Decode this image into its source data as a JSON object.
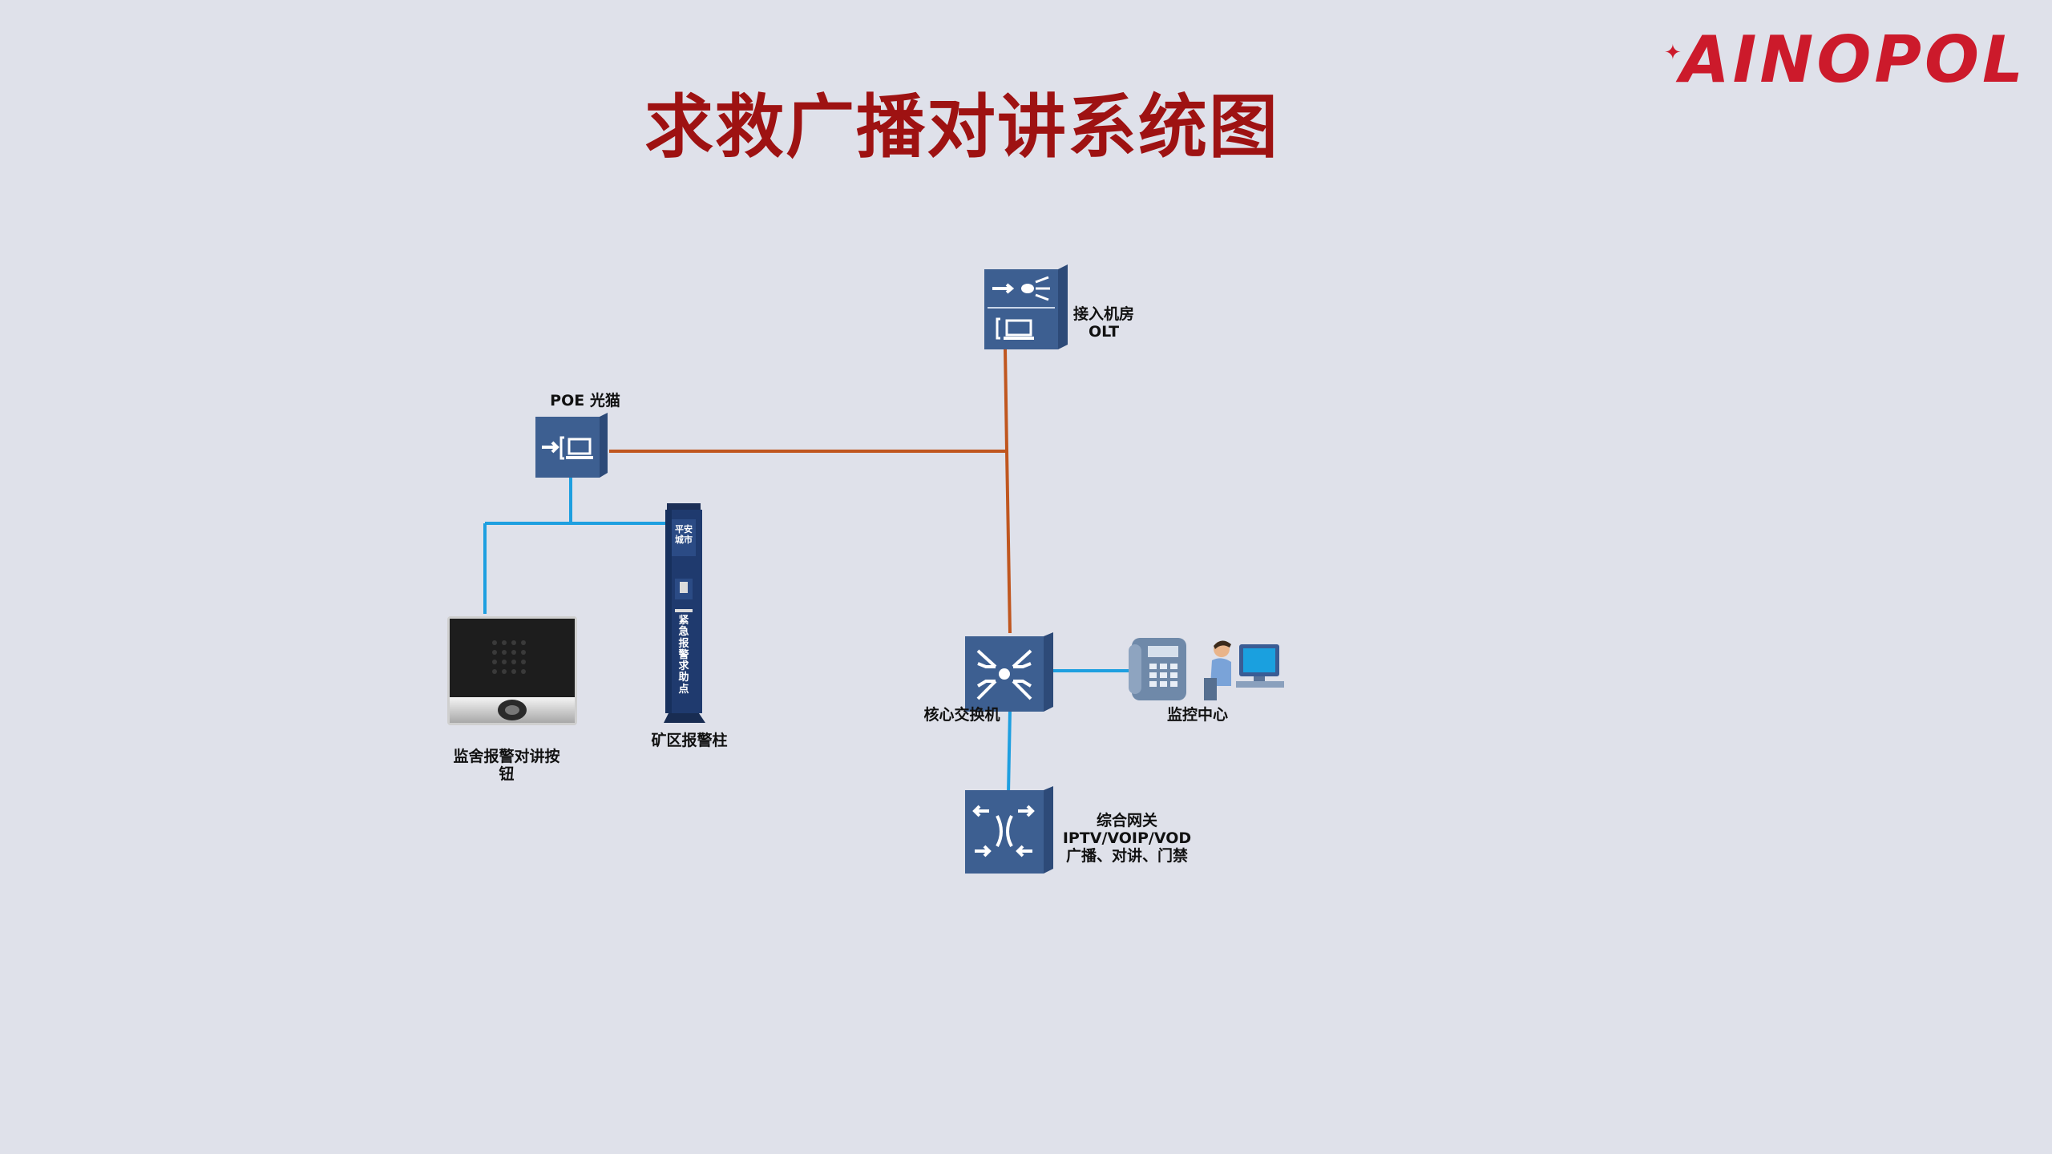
{
  "title": "求救广播对讲系统图",
  "logo": {
    "text": "AINOPOL",
    "color": "#cc1a2b"
  },
  "colors": {
    "fiber_line": "#c0561f",
    "ethernet_line": "#1e9fe0",
    "device_blue": "#3d5f91",
    "title_red": "#9e1212"
  },
  "nodes": {
    "olt": {
      "label": "接入机房\nOLT",
      "icon": "olt-icon"
    },
    "poe_modem": {
      "label": "POE 光猫",
      "icon": "modem-icon"
    },
    "intercom_button": {
      "label": "监舍报警对讲按\n钮",
      "icon": "intercom-panel-icon"
    },
    "alarm_pillar": {
      "label": "矿区报警柱",
      "icon": "alarm-pillar-icon",
      "pillar_text_top": "平安\n城市",
      "pillar_text_body": "紧急报警求助点"
    },
    "core_switch": {
      "label": "核心交换机",
      "icon": "core-switch-icon"
    },
    "monitor_center": {
      "label": "监控中心",
      "icon": "phone-operator-icon"
    },
    "gateway": {
      "label": "综合网关\nIPTV/VOIP/VOD\n广播、对讲、门禁",
      "icon": "gateway-icon"
    }
  }
}
